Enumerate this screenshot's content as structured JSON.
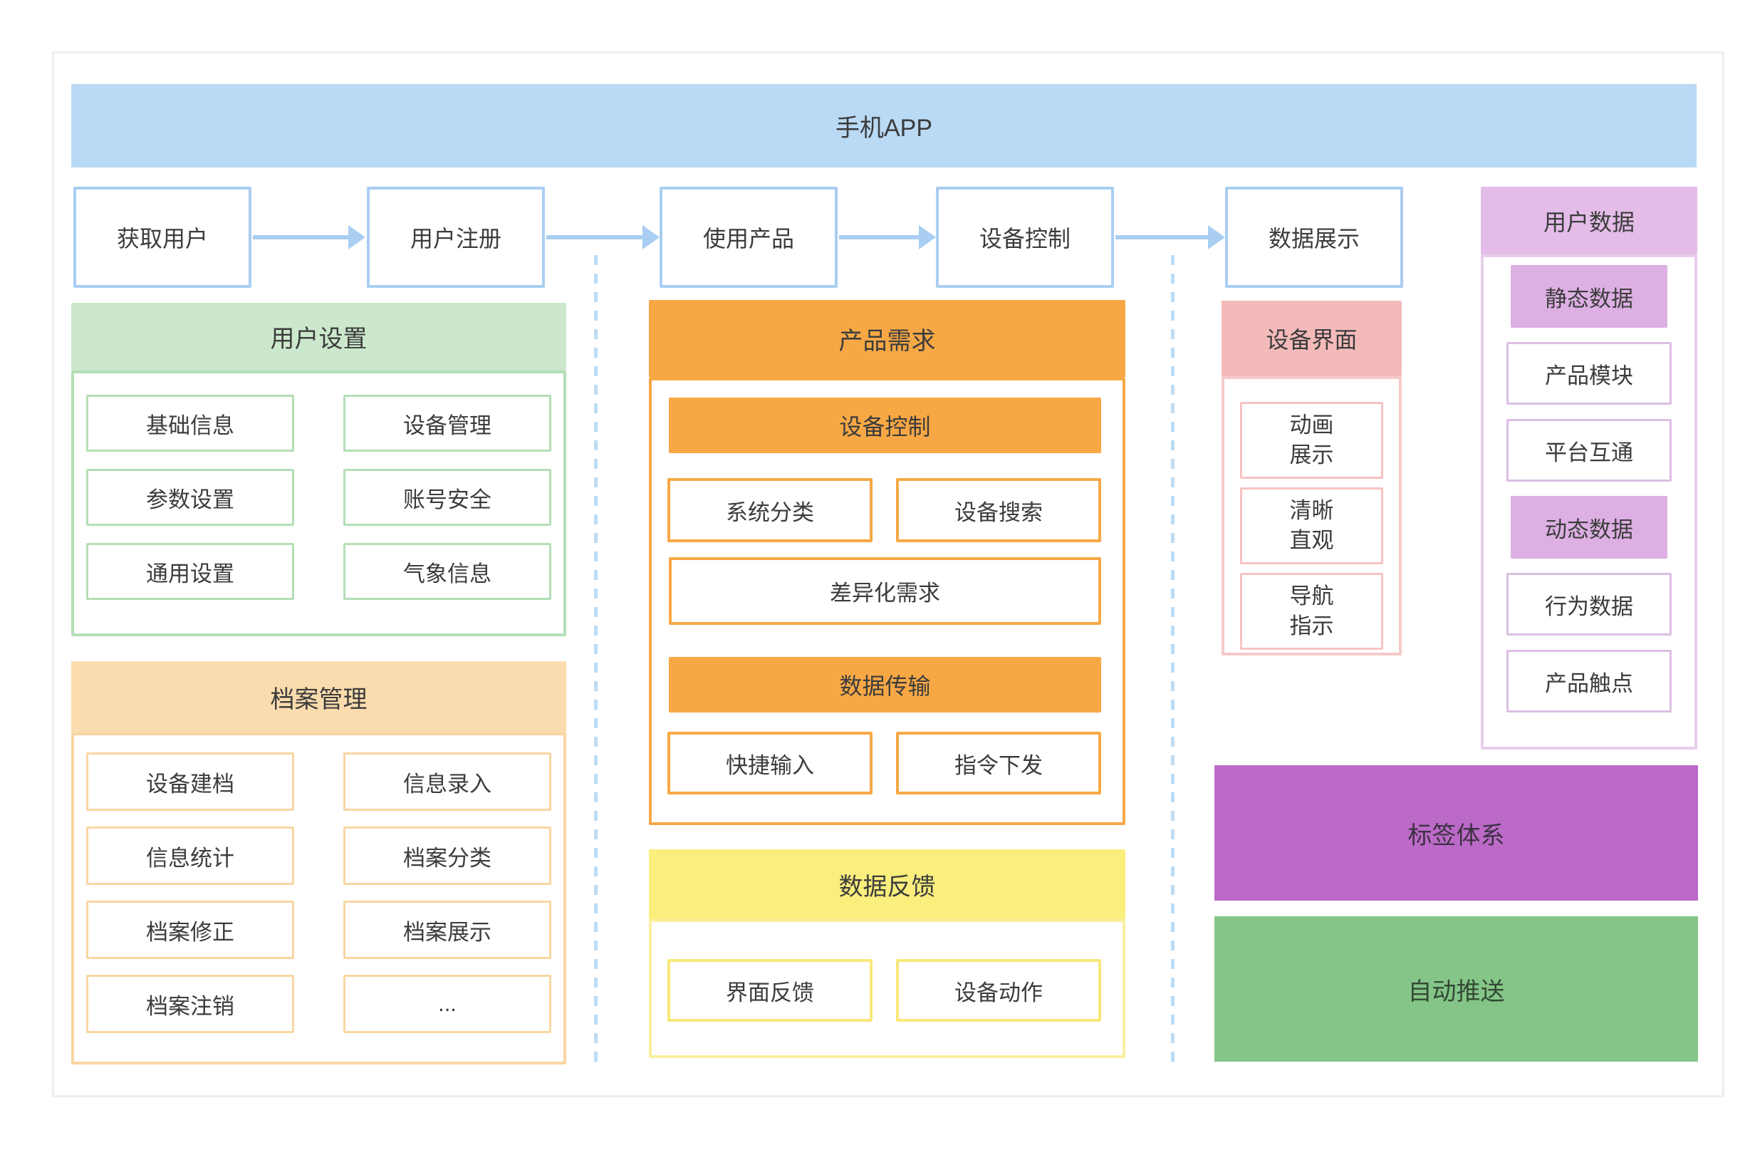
{
  "banner": {
    "title": "手机APP"
  },
  "flow": {
    "steps": [
      "获取用户",
      "用户注册",
      "使用产品",
      "设备控制",
      "数据展示"
    ]
  },
  "user_settings": {
    "title": "用户设置",
    "items": [
      "基础信息",
      "设备管理",
      "参数设置",
      "账号安全",
      "通用设置",
      "气象信息"
    ]
  },
  "archive": {
    "title": "档案管理",
    "items": [
      "设备建档",
      "信息录入",
      "信息统计",
      "档案分类",
      "档案修正",
      "档案展示",
      "档案注销",
      "..."
    ]
  },
  "product": {
    "title": "产品需求",
    "bar1": "设备控制",
    "row1": [
      "系统分类",
      "设备搜索"
    ],
    "wide": "差异化需求",
    "bar2": "数据传输",
    "row2": [
      "快捷输入",
      "指令下发"
    ]
  },
  "feedback": {
    "title": "数据反馈",
    "items": [
      "界面反馈",
      "设备动作"
    ]
  },
  "device_ui": {
    "title": "设备界面",
    "items": [
      "动画\n展示",
      "清晰\n直观",
      "导航\n指示"
    ]
  },
  "user_data": {
    "title": "用户数据",
    "entries": [
      "静态数据",
      "产品模块",
      "平台互通",
      "动态数据",
      "行为数据",
      "产品触点"
    ]
  },
  "tag_system": {
    "label": "标签体系"
  },
  "auto_push": {
    "label": "自动推送"
  },
  "colors": {
    "banner_blue": "#b9d9f4",
    "flow_border": "#a9cef1",
    "dotted_line": "#bcdcf5",
    "green_header": "#cce8cc",
    "green_border": "#b4deb6",
    "peach_header": "#fbdcae",
    "peach_border": "#f9d6a2",
    "orange": "#f7a845",
    "yellow_header": "#faee7d",
    "yellow_item_border": "#f7e878",
    "pink_header": "#f4baba",
    "pink_border": "#f6caca",
    "purple_header": "#e3bce8",
    "purple_subheader": "#ddafe3",
    "purple_border": "#dcbfe3",
    "deep_purple": "#bb6ac8",
    "push_green": "#85c588",
    "text": "#3c3c3c"
  }
}
